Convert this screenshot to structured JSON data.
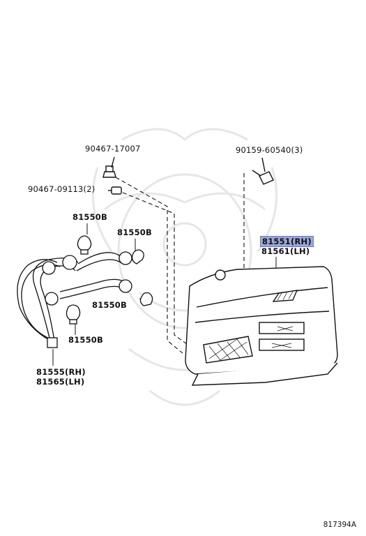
{
  "parts": {
    "screw_17007": "90467-17007",
    "clip_09113": "90467-09113(2)",
    "screw_60540": "90159-60540(3)",
    "bulb_top": "81550B",
    "bulb_mid": "81550B",
    "bulb_right": "81550B",
    "bulb_bottom": "81550B",
    "lamp_rh": "81551(RH)",
    "lamp_lh": "81561(LH)",
    "socket_rh": "81555(RH)",
    "socket_lh": "81565(LH)"
  },
  "diagram_code": "817394A",
  "colors": {
    "highlight": "#9aa6d8",
    "line": "#111111",
    "watermark": "#e8e8e8"
  }
}
